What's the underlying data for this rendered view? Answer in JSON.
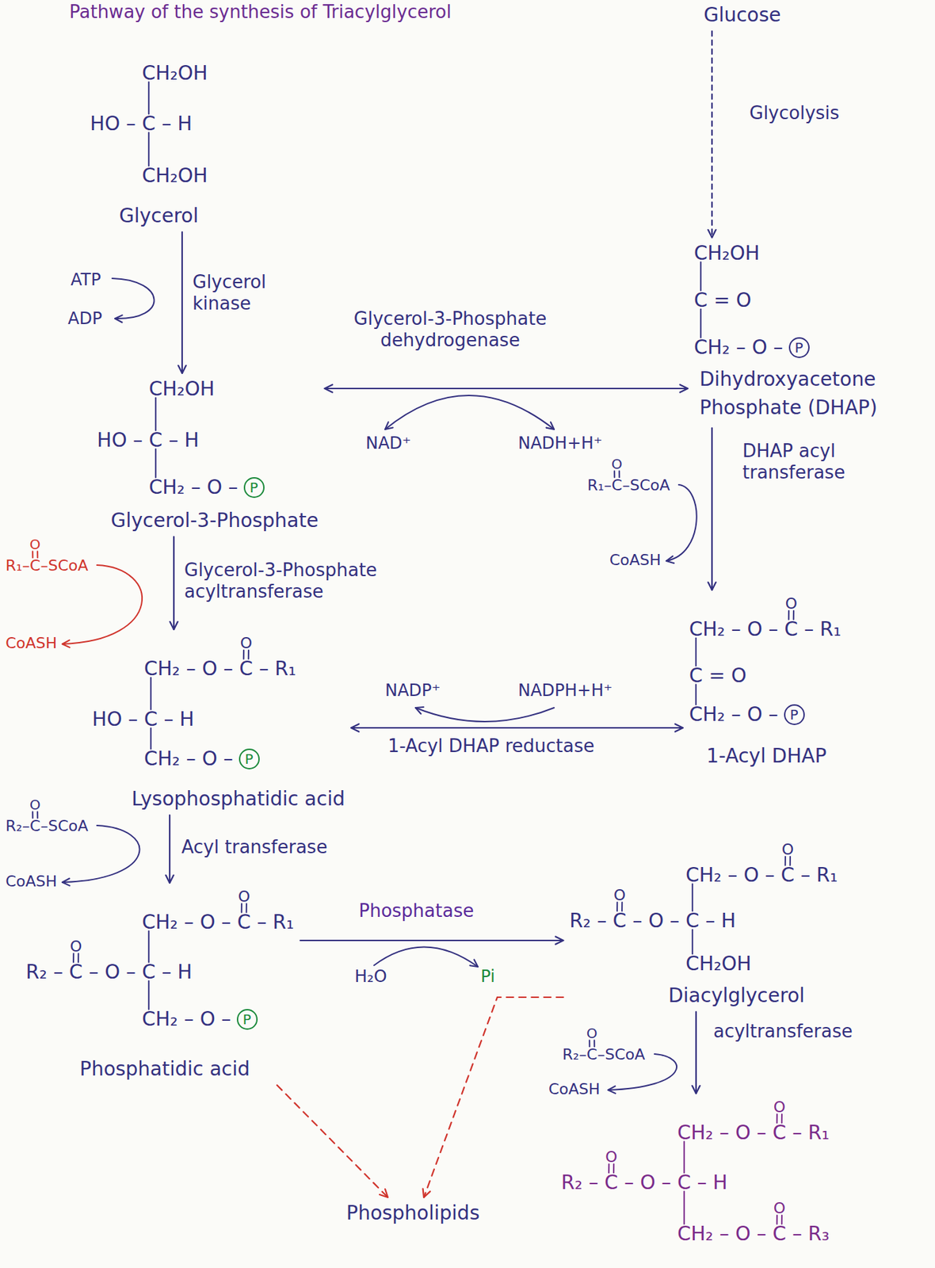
{
  "diagram": {
    "title": "Pathway of the synthesis of Triacylglycerol",
    "nodes": [
      {
        "text": [
          "Glucose"
        ]
      },
      {
        "text": [
          "CH₂OH",
          "HO – C – H",
          "CH₂OH",
          "Glycerol"
        ]
      },
      {
        "text": [
          "CH₂OH",
          "C = O",
          "CH₂ – O –",
          "P",
          "Dihydroxyacetone Phosphate (DHAP)"
        ]
      },
      {
        "text": [
          "CH₂OH",
          "HO – C – H",
          "CH₂ – O –",
          "P",
          "Glycerol-3-Phosphate"
        ]
      },
      {
        "text": [
          "O",
          "CH₂ – O – C – R₁",
          "C = O",
          "CH₂ – O –",
          "P",
          "1-Acyl DHAP"
        ]
      },
      {
        "text": [
          "O",
          "CH₂ – O – C – R₁",
          "HO – C – H",
          "CH₂ – O –",
          "P",
          "Lysophosphatidic acid"
        ]
      },
      {
        "text": [
          "O",
          "CH₂ – O – C – R₁",
          "O",
          "R₂ – C – O – C – H",
          "CH₂ – O –",
          "P",
          "Phosphatidic acid"
        ]
      },
      {
        "text": [
          "O",
          "CH₂ – O – C – R₁",
          "O",
          "R₂ – C – O – C – H",
          "CH₂OH",
          "Diacylglycerol"
        ]
      },
      {
        "text": [
          "Phospholipids"
        ]
      },
      {
        "text": [
          "O",
          "CH₂ – O – C – R₁",
          "O",
          "R₂ – C – O – C – H",
          "O",
          "CH₂ – O – C – R₃"
        ]
      }
    ],
    "edges": [
      {
        "from": 0,
        "to": 2,
        "label": "Glycolysis",
        "arrow": "to"
      },
      {
        "from": 1,
        "to": 3,
        "label": "Glycerol kinase",
        "arrow": "to"
      },
      {
        "from": 3,
        "to": 2,
        "label": "Glycerol-3-Phosphate dehydrogenase",
        "arrow": "both"
      },
      {
        "from": 2,
        "to": 4,
        "label": "DHAP acyl transferase",
        "arrow": "to"
      },
      {
        "from": 3,
        "to": 5,
        "label": "Glycerol-3-Phosphate acyltransferase",
        "arrow": "to"
      },
      {
        "from": 4,
        "to": 5,
        "label": "1-Acyl DHAP reductase",
        "arrow": "both"
      },
      {
        "from": 5,
        "to": 6,
        "label": "Acyl transferase",
        "arrow": "to"
      },
      {
        "from": 6,
        "to": 7,
        "label": "Phosphatase",
        "arrow": "to"
      },
      {
        "from": 7,
        "to": 9,
        "label": "acyltransferase",
        "arrow": "to"
      },
      {
        "from": 6,
        "to": 8,
        "arrow": "to"
      },
      {
        "from": 7,
        "to": 8,
        "arrow": "to"
      }
    ],
    "labels": [
      "ATP",
      "ADP",
      "NAD⁺",
      "NADH+H⁺",
      "O",
      "R₁–C–SCoA",
      "CoASH",
      "O",
      "R₁–C–SCoA",
      "CoASH",
      "NADP⁺",
      "NADPH+H⁺",
      "O",
      "R₂–C–SCoA",
      "CoASH",
      "H₂O",
      "Pi",
      "O",
      "R₂–C–SCoA",
      "CoASH"
    ]
  }
}
